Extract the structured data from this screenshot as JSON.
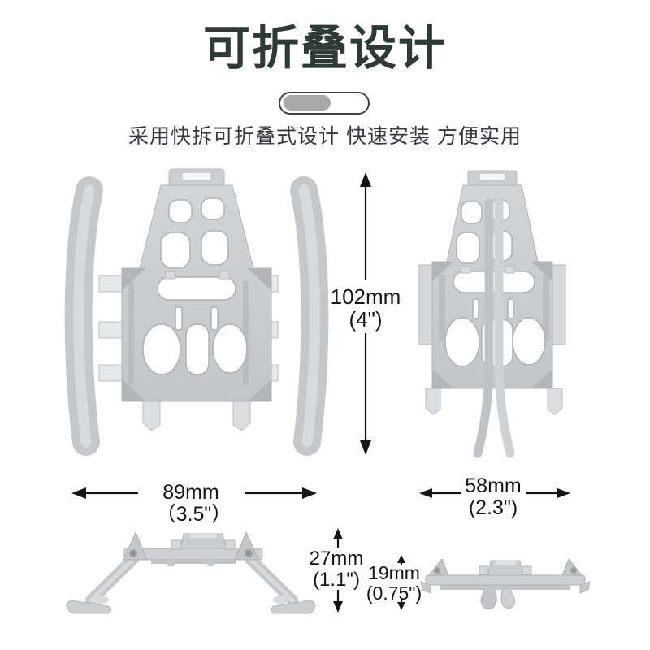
{
  "header": {
    "title": "可折叠设计",
    "subtitle": "采用快拆可折叠式设计 快速安装 方便实用"
  },
  "toggle_indicator": {
    "state": "partial-left",
    "knob_color": "#a8a8a8",
    "border_color": "#3e4441"
  },
  "dimensions": {
    "height_unfolded": {
      "value": "102mm",
      "inches": "(4\")"
    },
    "width_unfolded": {
      "value": "89mm",
      "inches": "（3.5\"）"
    },
    "width_folded": {
      "value": "58mm",
      "inches": "(2.3\")"
    },
    "side_open_height": {
      "value": "27mm",
      "inches": "(1.1\")"
    },
    "side_folded_height": {
      "value": "19mm",
      "inches": "(0.75\")"
    }
  },
  "colors": {
    "title_text": "#2e3a36",
    "subtitle_text": "#323a3a",
    "dimension_text": "#151515",
    "product_base": "#c9ccce",
    "product_light": "#e2e4e6",
    "product_dark": "#b2b5b7",
    "background": "#ffffff"
  }
}
